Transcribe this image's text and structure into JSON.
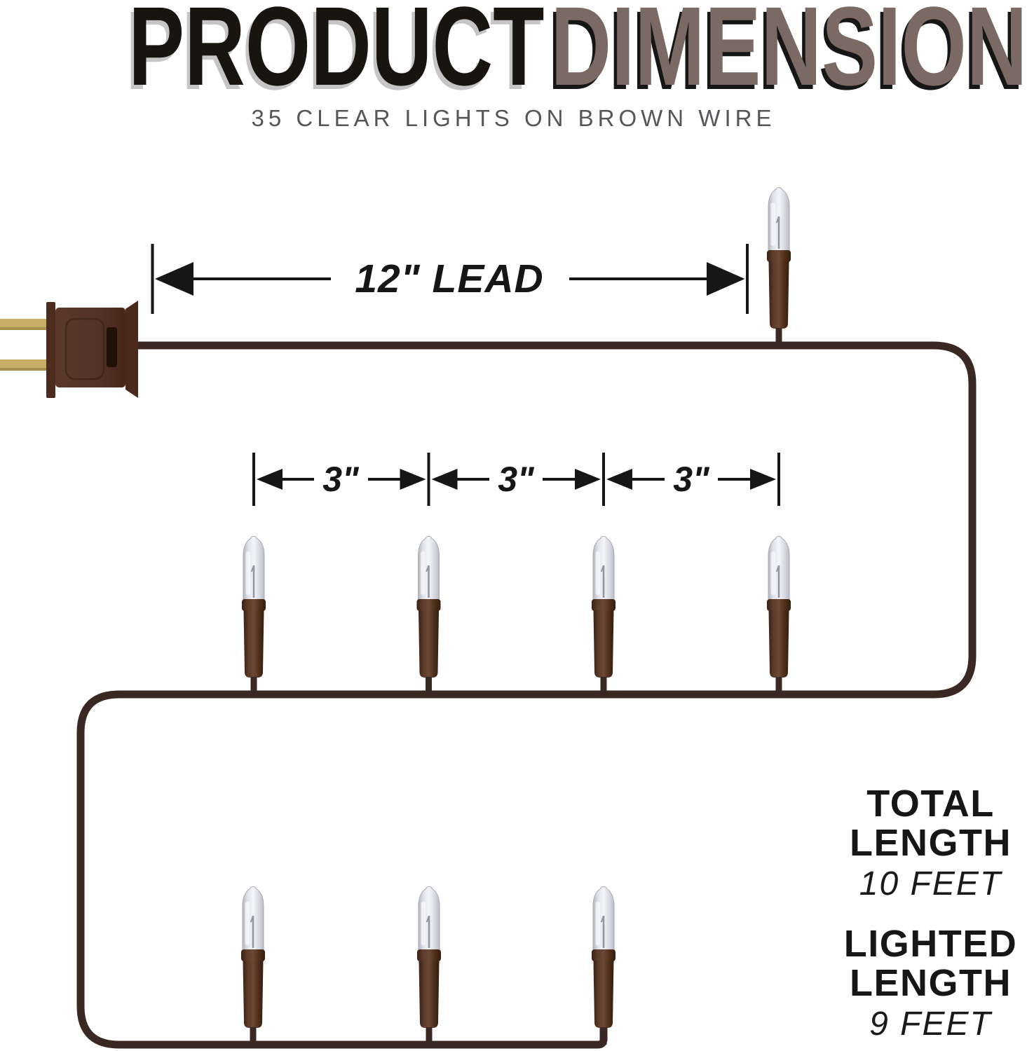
{
  "header": {
    "title_part1": "PRODUCT",
    "title_part2": "DIMENSION",
    "subtitle": "35 CLEAR LIGHTS ON BROWN WIRE"
  },
  "diagram": {
    "lead_dimension": "12\" LEAD",
    "bulb_spacings": [
      "3\"",
      "3\"",
      "3\""
    ],
    "rows": {
      "top_wire_bulbs": 1,
      "middle_wire_bulbs": 4,
      "bottom_wire_bulbs": 3
    }
  },
  "specs": [
    {
      "title_lines": [
        "TOTAL",
        "LENGTH"
      ],
      "value": "10 FEET"
    },
    {
      "title_lines": [
        "LIGHTED",
        "LENGTH"
      ],
      "value": "9 FEET"
    }
  ],
  "colors": {
    "title_black": "#18140f",
    "title_accent_brown": "#7b6a64",
    "subtitle_gray": "#55565a",
    "wire_brown": "#3a2922",
    "socket_brown": "#6c4835",
    "prong_gold": "#c7ad66",
    "annotation_black": "#161616"
  }
}
